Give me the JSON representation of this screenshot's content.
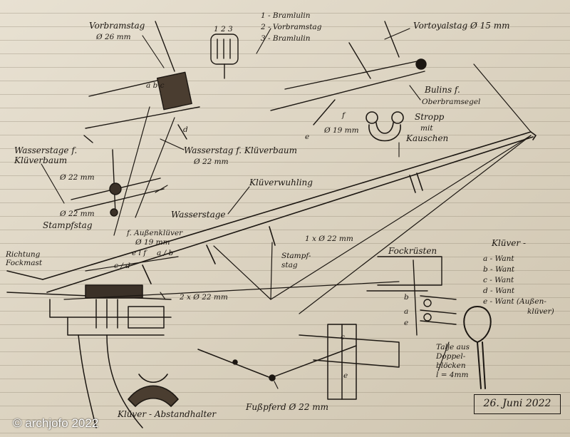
{
  "labels": {
    "vorbramstag": "Vorbramstag",
    "vorbramstag_dia": "Ø 26 mm",
    "legend1": "1 - Bramlulin",
    "legend2": "2 - Vorbramstag",
    "legend3": "3 - Bramlulin",
    "legend_nums": "1 2 3",
    "vortoyalstag": "Vortoyalstag Ø 15 mm",
    "bulins": "Bulins f.",
    "oberbramsegel": "Oberbramsegel",
    "stropp": "Stropp",
    "mit": "mit",
    "kauschen": "Kauschen",
    "dia19": "Ø 19 mm",
    "wasserstag_kluever": "Wasserstag f. Klüverbaum",
    "dia22_a": "Ø 22 mm",
    "wasserstage_head": "Wasserstage f.",
    "kluverbaum": "Klüverbaum",
    "dia22_b": "Ø 22 mm",
    "dia22_c": "Ø 22 mm",
    "wasserstage_2": "Wasserstage",
    "f_aussen": "f. Außenklüver",
    "dia19_b": "Ø 19 mm",
    "kluewerwuhling": "Klüverwuhling",
    "stampfstag": "Stampfstag",
    "richtung": "Richtung",
    "fockmast": "Fockmast",
    "stampf_stag": "Stampf-",
    "stag": "stag",
    "one_x": "1 x Ø 22 mm",
    "two_x": "2 x Ø 22 mm",
    "fockruesten": "Fockrüsten",
    "kluever_head": "Klüver -",
    "wa": "a - Want",
    "wb": "b - Want",
    "wc": "c - Want",
    "wd": "d - Want",
    "we": "e - Want (Außen-",
    "we2": "klüver)",
    "talje1": "Talje aus",
    "talje2": "Doppel-",
    "talje3": "blöcken",
    "talje4": "l = 4mm",
    "fusspferd": "Fußpferd Ø 22 mm",
    "abstandhalter": "Klüver - Abstandhalter",
    "elf": "e l f",
    "ab": "a / b",
    "cd": "c / d",
    "letters_a": "a b c",
    "let_d": "d",
    "let_e": "e",
    "let_f": "f",
    "let_b": "b",
    "let_a": "a",
    "let_c": "c",
    "let_e2": "e",
    "let_c2": "c",
    "let_e3": "e"
  },
  "date": "26. Juni 2022",
  "copyright": "© archjofo 2022"
}
